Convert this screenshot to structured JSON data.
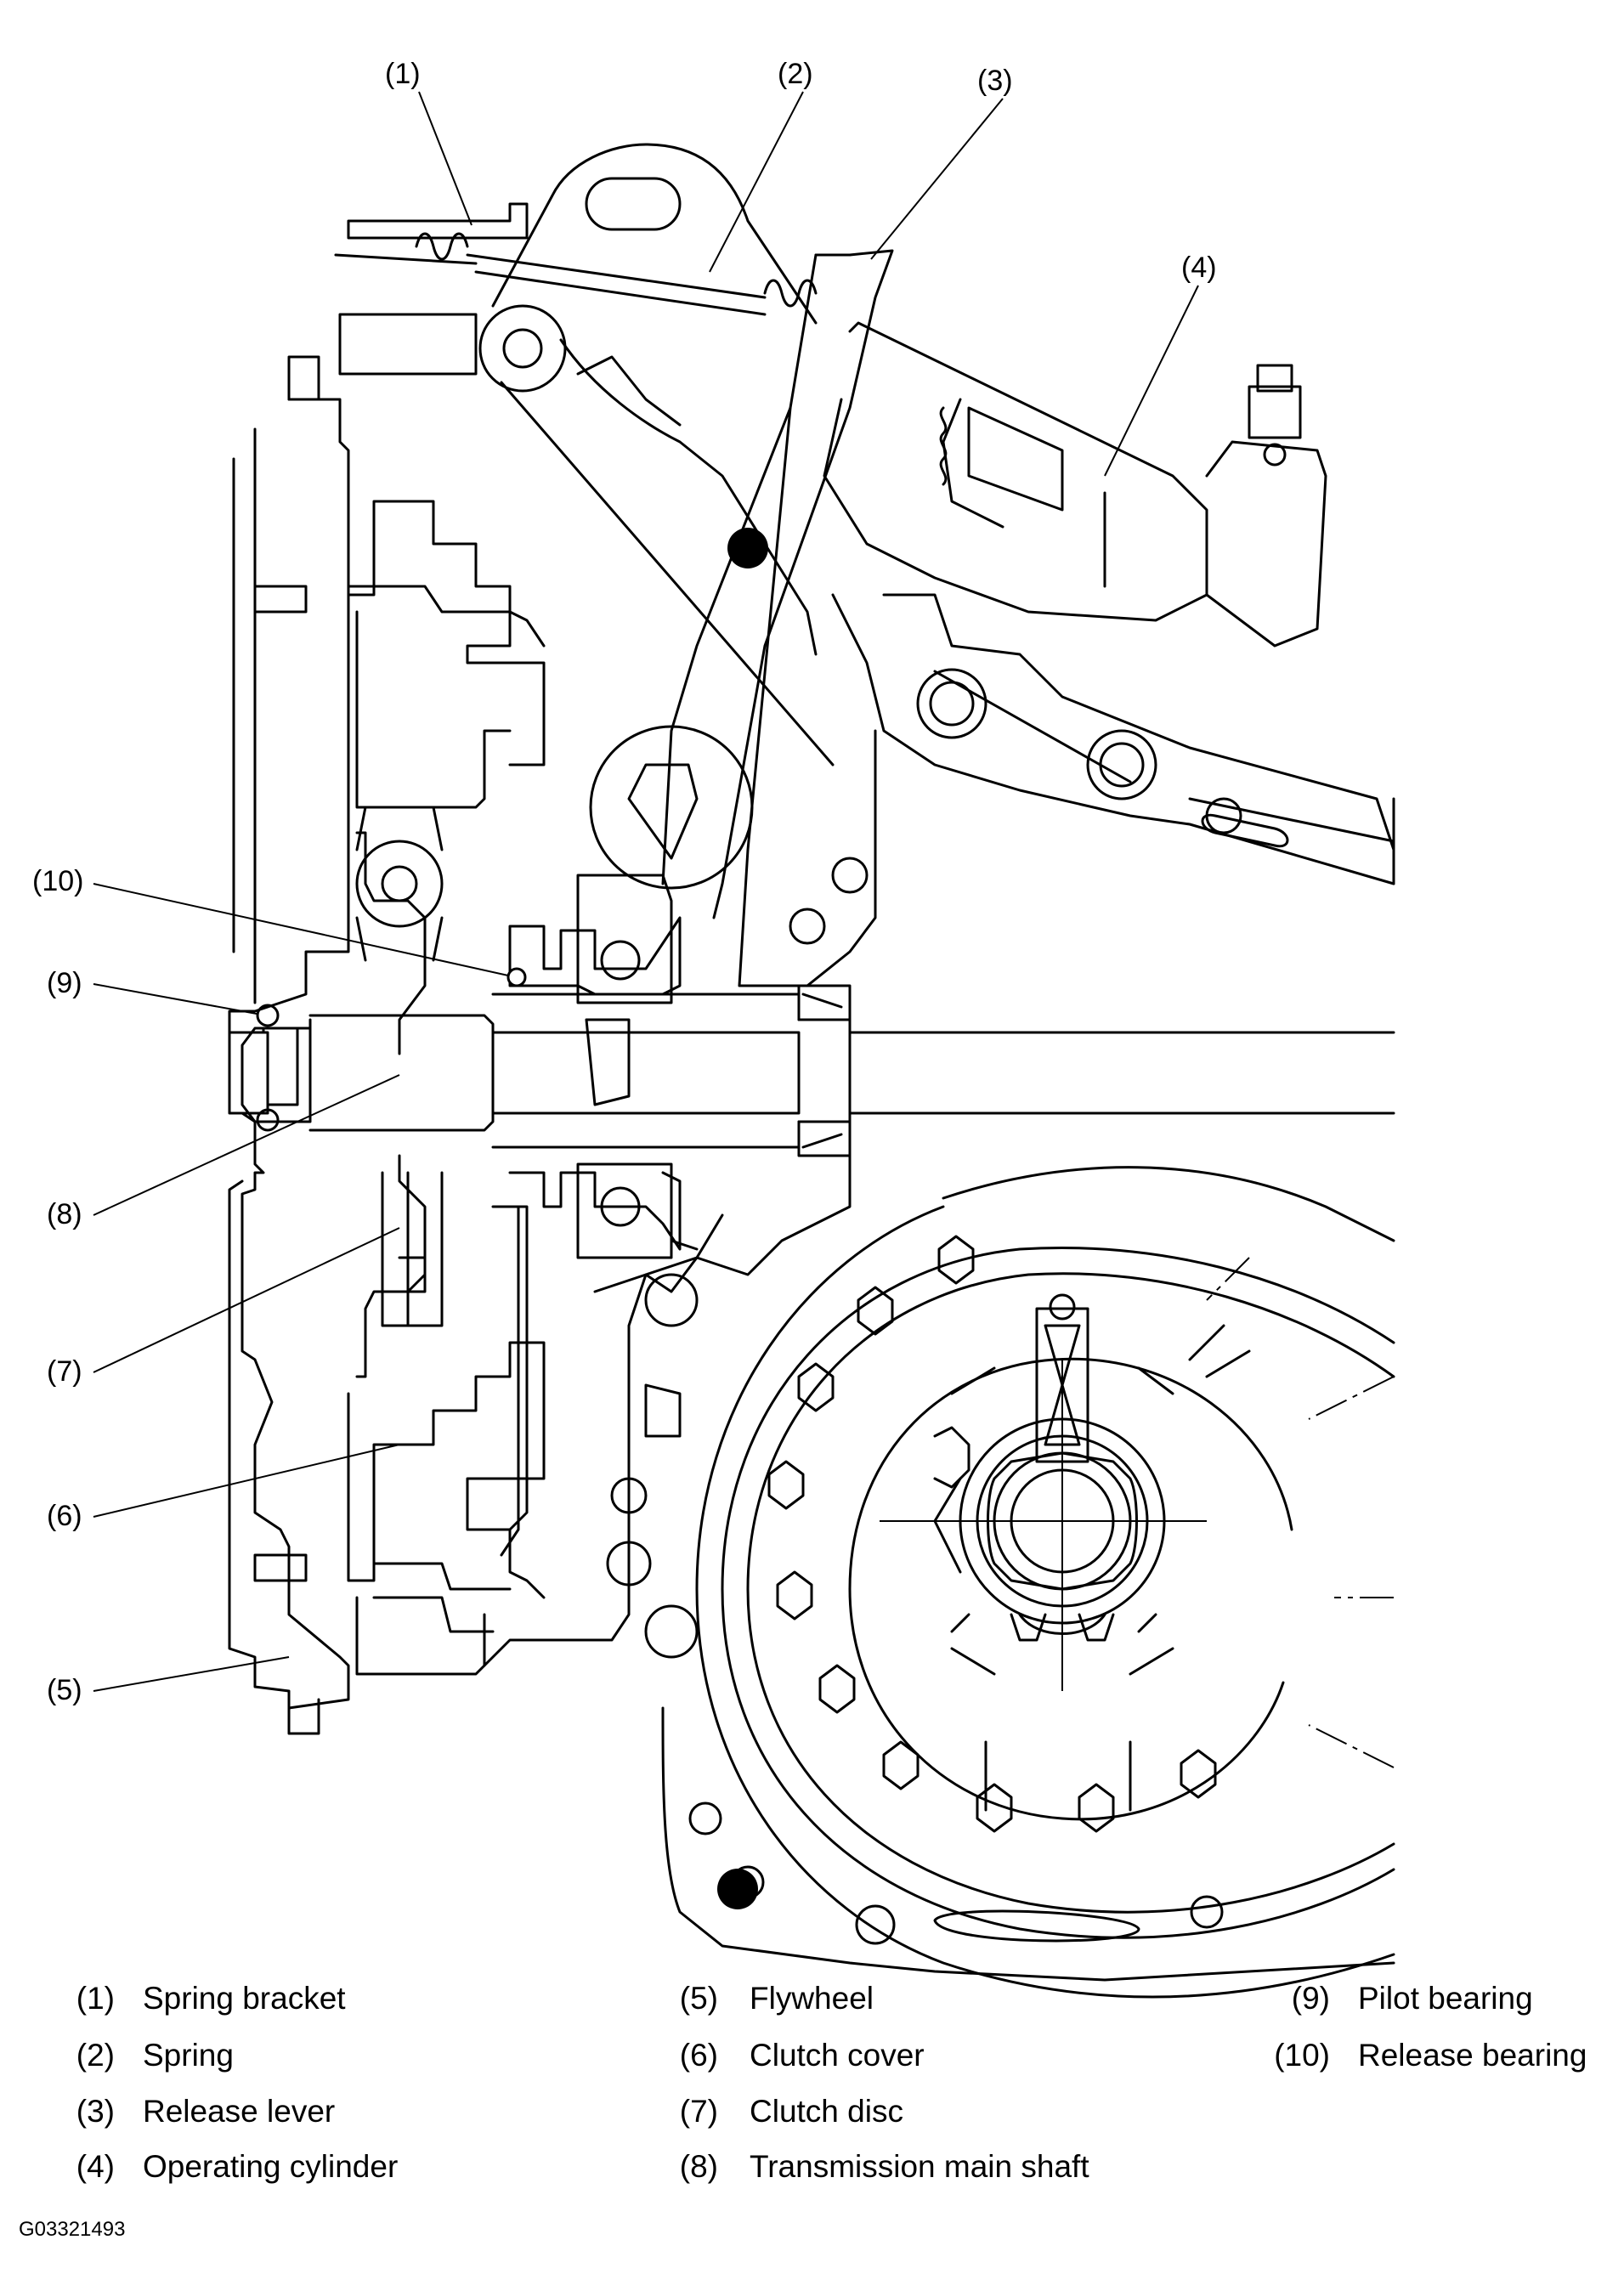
{
  "diagram": {
    "callouts": [
      "(1)",
      "(2)",
      "(3)",
      "(4)",
      "(5)",
      "(6)",
      "(7)",
      "(8)",
      "(9)",
      "(10)"
    ]
  },
  "legend": [
    {
      "num": "(1)",
      "text": "Spring bracket"
    },
    {
      "num": "(2)",
      "text": "Spring"
    },
    {
      "num": "(3)",
      "text": "Release lever"
    },
    {
      "num": "(4)",
      "text": "Operating cylinder"
    },
    {
      "num": "(5)",
      "text": "Flywheel"
    },
    {
      "num": "(6)",
      "text": "Clutch cover"
    },
    {
      "num": "(7)",
      "text": "Clutch disc"
    },
    {
      "num": "(8)",
      "text": "Transmission main shaft"
    },
    {
      "num": "(9)",
      "text": "Pilot bearing"
    },
    {
      "num": "(10)",
      "text": "Release bearing"
    }
  ],
  "figure_code": "G03321493"
}
